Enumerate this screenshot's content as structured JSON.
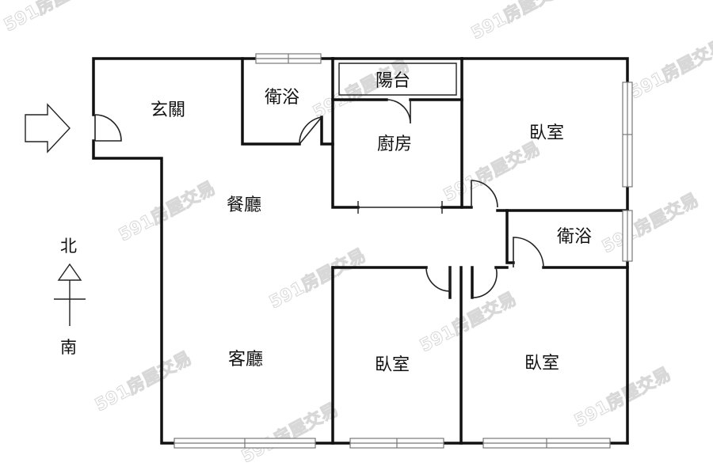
{
  "rooms": {
    "entrance": "玄關",
    "bath_north": "衛浴",
    "balcony": "陽台",
    "kitchen": "廚房",
    "bedroom_ne": "臥室",
    "dining": "餐廳",
    "bath_east": "衛浴",
    "living": "客廳",
    "bedroom_sc": "臥室",
    "bedroom_se": "臥室"
  },
  "compass": {
    "north": "北",
    "south": "南"
  },
  "watermark": {
    "text": "591房屋交易"
  },
  "colors": {
    "wall": "#111111",
    "window_stroke": "#777777",
    "watermark": "#cfcfcf"
  }
}
